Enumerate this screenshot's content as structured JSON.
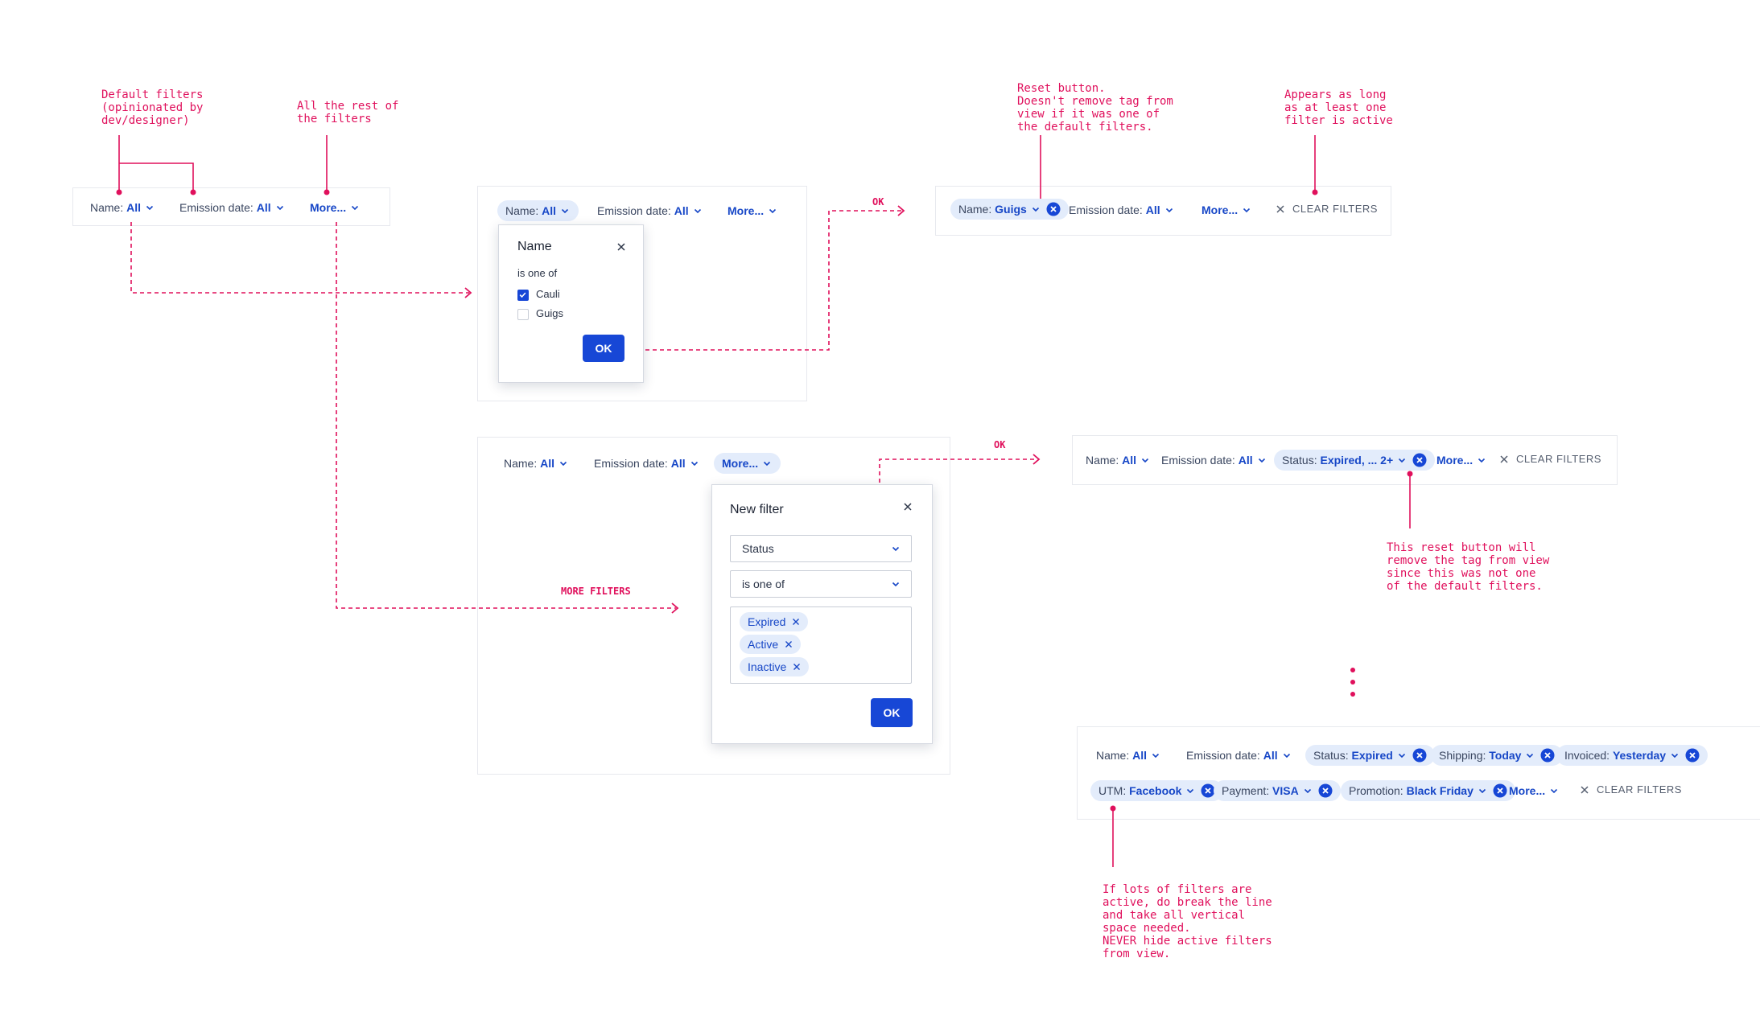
{
  "colors": {
    "annotation": "#e0105c",
    "accent": "#1747c7",
    "pill_bg": "#e3ecfb",
    "ok_button": "#1747d6"
  },
  "annotations": {
    "default_filters": "Default filters\n(opinionated by\ndev/designer)",
    "rest_filters": "All the rest of\nthe filters",
    "reset_button": "Reset button.\nDoesn't remove tag from\nview if it was one of\nthe default filters.",
    "appears": "Appears as long\nas at least one\nfilter is active",
    "reset_removes": "This reset button will\nremove the tag from view\nsince this was not one\nof the default filters.",
    "lots_filters": "If lots of filters are\nactive, do break the line\nand take all vertical\nspace needed.\nNEVER hide active filters\nfrom view."
  },
  "flow_labels": {
    "ok_top": "OK",
    "ok_mid": "OK",
    "more_filters": "MORE FILTERS"
  },
  "bar1": {
    "name": {
      "label": "Name:",
      "value": "All"
    },
    "emission": {
      "label": "Emission date:",
      "value": "All"
    },
    "more": {
      "label": "More..."
    }
  },
  "bar2": {
    "name": {
      "label": "Name:",
      "value": "All"
    },
    "emission": {
      "label": "Emission date:",
      "value": "All"
    },
    "more": {
      "label": "More..."
    },
    "popover": {
      "title": "Name",
      "operator": "is one of",
      "options": [
        {
          "label": "Cauli",
          "checked": true
        },
        {
          "label": "Guigs",
          "checked": false
        }
      ],
      "ok": "OK"
    }
  },
  "bar3": {
    "name": {
      "label": "Name:",
      "value": "Guigs"
    },
    "emission": {
      "label": "Emission date:",
      "value": "All"
    },
    "more": {
      "label": "More..."
    },
    "clear": "CLEAR FILTERS"
  },
  "bar4": {
    "name": {
      "label": "Name:",
      "value": "All"
    },
    "emission": {
      "label": "Emission date:",
      "value": "All"
    },
    "more": {
      "label": "More..."
    },
    "dialog": {
      "title": "New filter",
      "field": "Status",
      "operator": "is one of",
      "chips": [
        "Expired",
        "Active",
        "Inactive"
      ],
      "ok": "OK"
    }
  },
  "bar5": {
    "name": {
      "label": "Name:",
      "value": "All"
    },
    "emission": {
      "label": "Emission date:",
      "value": "All"
    },
    "status": {
      "label": "Status:",
      "value": "Expired, ... 2+"
    },
    "more": {
      "label": "More..."
    },
    "clear": "CLEAR FILTERS"
  },
  "bar6": {
    "row1": [
      {
        "label": "Name:",
        "value": "All",
        "active": false
      },
      {
        "label": "Emission date:",
        "value": "All",
        "active": false
      },
      {
        "label": "Status:",
        "value": "Expired",
        "active": true
      },
      {
        "label": "Shipping:",
        "value": "Today",
        "active": true
      },
      {
        "label": "Invoiced:",
        "value": "Yesterday",
        "active": true
      }
    ],
    "row2": [
      {
        "label": "UTM:",
        "value": "Facebook",
        "active": true
      },
      {
        "label": "Payment:",
        "value": "VISA",
        "active": true
      },
      {
        "label": "Promotion:",
        "value": "Black Friday",
        "active": true
      }
    ],
    "more": {
      "label": "More..."
    },
    "clear": "CLEAR FILTERS"
  }
}
